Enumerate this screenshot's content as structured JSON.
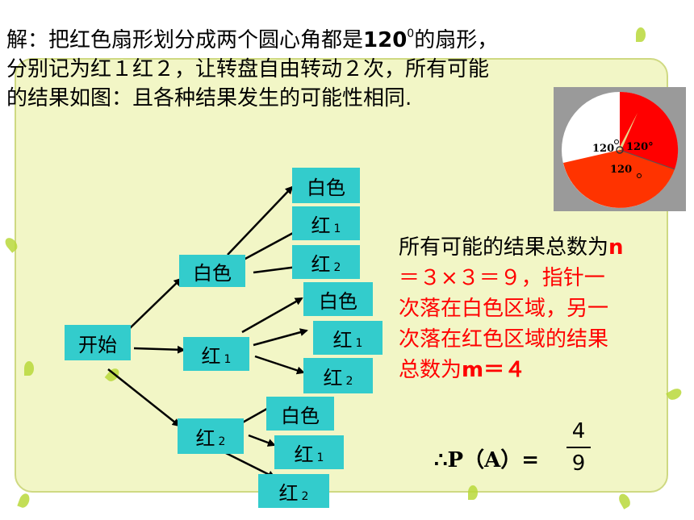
{
  "heading": {
    "line1_pre": "解：把红色扇形划分成两个圆心角都是",
    "line1_num": "120",
    "line1_deg": "0",
    "line1_post": "的扇形，",
    "line2": "分别记为红１红２，让转盘自由转动２次，所有可能",
    "line3": "的结果如图：且各种结果发生的可能性相同."
  },
  "tree": {
    "root": "开始",
    "level1": [
      {
        "label": "白色",
        "sub": ""
      },
      {
        "label": "红",
        "sub": "1"
      },
      {
        "label": "红",
        "sub": "2"
      }
    ],
    "level2_group1": [
      {
        "label": "白色",
        "sub": ""
      },
      {
        "label": "红",
        "sub": "1"
      },
      {
        "label": "红",
        "sub": "2"
      }
    ],
    "level2_group2": [
      {
        "label": "白色",
        "sub": ""
      },
      {
        "label": "红",
        "sub": "1"
      },
      {
        "label": "红",
        "sub": "2"
      }
    ],
    "level2_group3": [
      {
        "label": "白色",
        "sub": ""
      },
      {
        "label": "红",
        "sub": "1"
      },
      {
        "label": "红",
        "sub": "2"
      }
    ]
  },
  "result": {
    "line1_text": "所有可能的结果总数为",
    "line1_n": "n",
    "line2": "＝３×３＝９，指针一",
    "line3": "次落在白色区域，另一",
    "line4": "次落在红色区域的结果",
    "line5_text": "总数为",
    "line5_m": "m＝４"
  },
  "formula": {
    "prefix": "∴P（A）=",
    "numerator": "4",
    "denominator": "9"
  },
  "spinner": {
    "angle_label_1": "120",
    "angle_label_2": "120°",
    "angle_label_3": "120",
    "colors": {
      "white": "#ffffff",
      "red": "#ff0000",
      "orange_red": "#ff3300",
      "needle": "#e8d98a"
    }
  },
  "colors": {
    "box": "#33cccc",
    "panel": "#f2f6c6",
    "red_text": "#ff0000"
  }
}
